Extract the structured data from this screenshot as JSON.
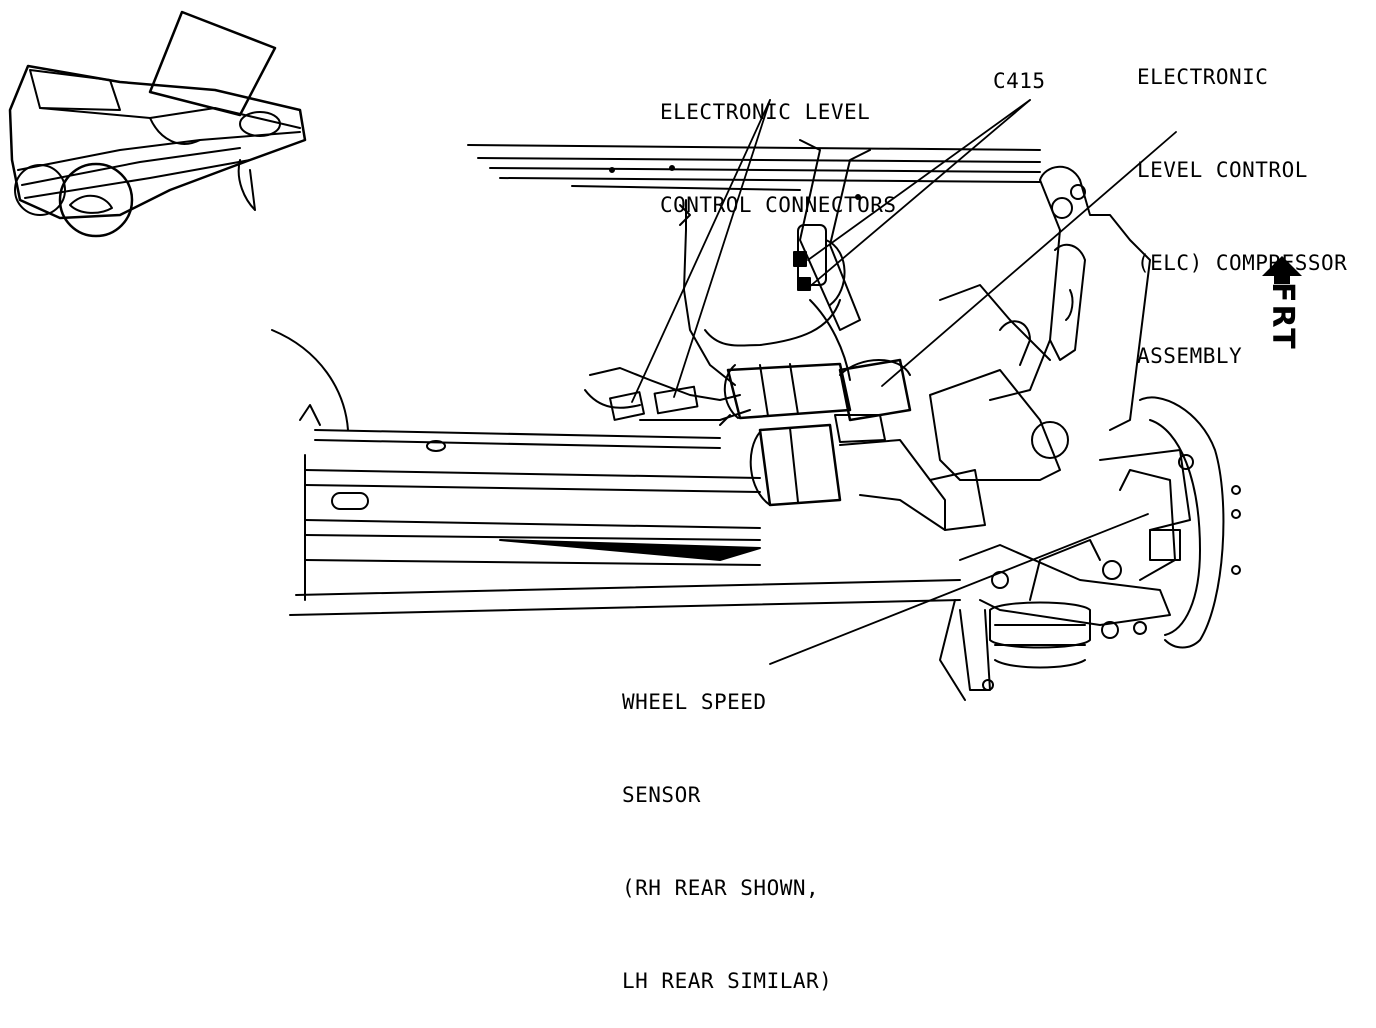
{
  "labels": {
    "elc_connectors": [
      "ELECTRONIC LEVEL",
      "CONTROL CONNECTORS"
    ],
    "c415": "C415",
    "compressor": [
      "ELECTRONIC",
      "LEVEL CONTROL",
      "(ELC) COMPRESSOR",
      "ASSEMBLY"
    ],
    "wheel_speed": [
      "WHEEL SPEED",
      "SENSOR",
      "(RH REAR SHOWN,",
      "LH REAR SIMILAR)"
    ],
    "front": "FRT"
  },
  "colors": {
    "ink": "#000000",
    "paper": "#ffffff"
  }
}
